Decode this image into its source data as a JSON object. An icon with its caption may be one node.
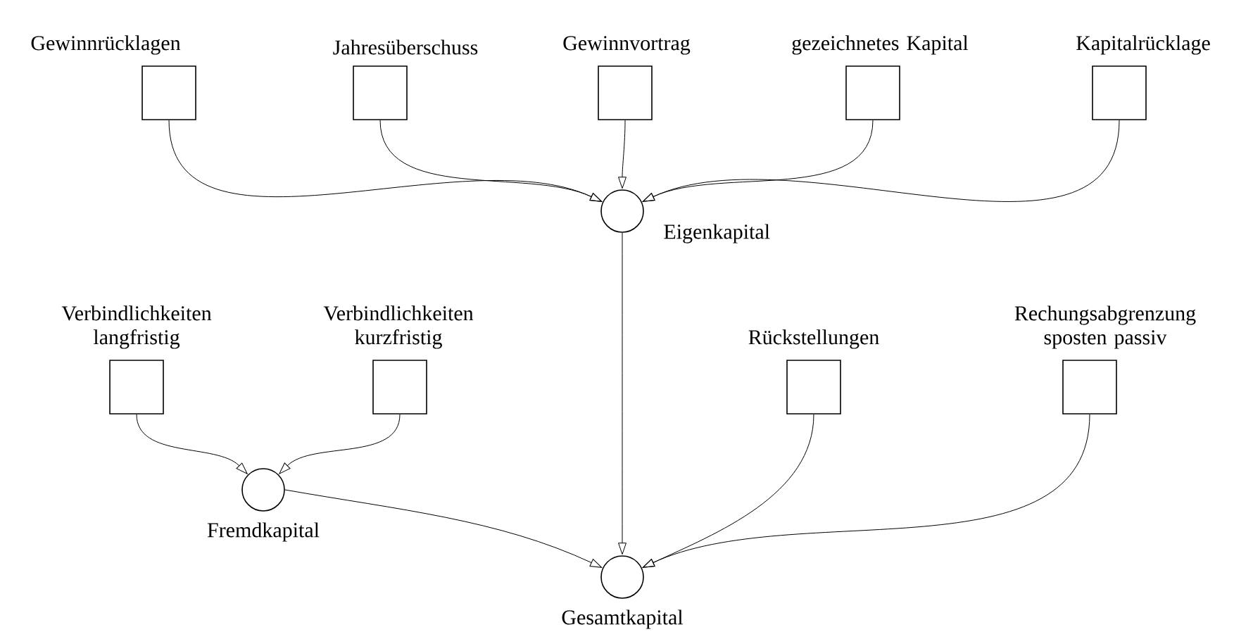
{
  "diagram": {
    "nodes": [
      {
        "text": [
          "Gewinnrücklagen"
        ]
      },
      {
        "text": [
          "Jahresüberschuss"
        ]
      },
      {
        "text": [
          "Gewinnvortrag"
        ]
      },
      {
        "text": [
          "gezeichnetes Kapital"
        ]
      },
      {
        "text": [
          "Kapitalrücklage"
        ]
      },
      {
        "text": [
          "Eigenkapital"
        ]
      },
      {
        "text": [
          "Verbindlichkeiten langfristig"
        ]
      },
      {
        "text": [
          "Verbindlichkeiten kurzfristig"
        ]
      },
      {
        "text": [
          "Rückstellungen"
        ]
      },
      {
        "text": [
          "Rechungsabgrenzung sposten passiv"
        ]
      },
      {
        "text": [
          "Fremdkapital"
        ]
      },
      {
        "text": [
          "Gesamtkapital"
        ]
      }
    ],
    "edges": [
      {
        "from": 0,
        "to": 5,
        "arrow": "to"
      },
      {
        "from": 1,
        "to": 5,
        "arrow": "to"
      },
      {
        "from": 2,
        "to": 5,
        "arrow": "to"
      },
      {
        "from": 3,
        "to": 5,
        "arrow": "to"
      },
      {
        "from": 4,
        "to": 5,
        "arrow": "to"
      },
      {
        "from": 5,
        "to": 11,
        "arrow": "to"
      },
      {
        "from": 6,
        "to": 10,
        "arrow": "to"
      },
      {
        "from": 7,
        "to": 10,
        "arrow": "to"
      },
      {
        "from": 10,
        "to": 11,
        "arrow": "to"
      },
      {
        "from": 8,
        "to": 11,
        "arrow": "to"
      },
      {
        "from": 9,
        "to": 11,
        "arrow": "to"
      }
    ]
  }
}
